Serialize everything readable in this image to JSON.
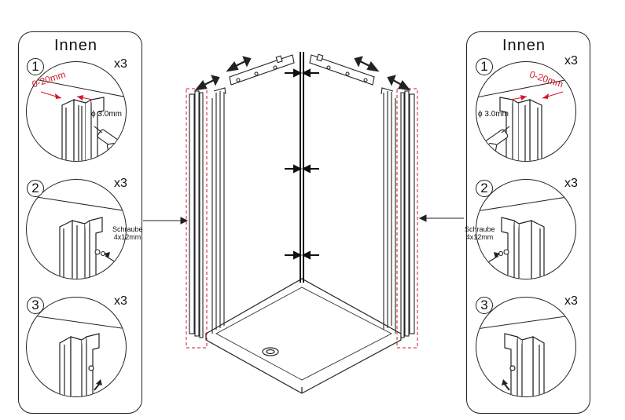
{
  "left_panel": {
    "title": "Innen",
    "steps": [
      {
        "number": "1",
        "qty": "x3",
        "dimension": "0-20mm",
        "drill": "ϕ 3.0mm"
      },
      {
        "number": "2",
        "qty": "x3",
        "screw_label": "Schraube\n4x12mm"
      },
      {
        "number": "3",
        "qty": "x3"
      }
    ]
  },
  "right_panel": {
    "title": "Innen",
    "steps": [
      {
        "number": "1",
        "qty": "x3",
        "dimension": "0-20mm",
        "drill": "ϕ 3.0mm"
      },
      {
        "number": "2",
        "qty": "x3",
        "screw_label": "Schraube\n4x12mm"
      },
      {
        "number": "3",
        "qty": "x3"
      }
    ]
  },
  "colors": {
    "accent": "#d0182a",
    "line": "#222222"
  }
}
